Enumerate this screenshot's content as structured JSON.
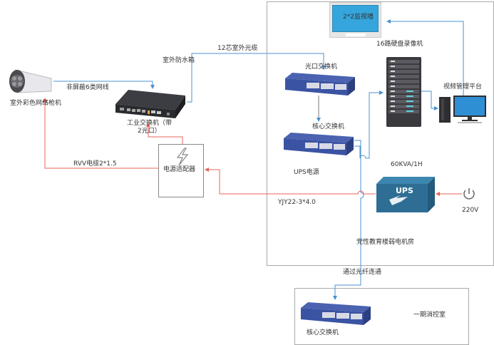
{
  "diagram": {
    "title": "",
    "colors": {
      "fiber_line": "#4a90d0",
      "power_line": "#e8645a",
      "room_border": "#a9a9a9",
      "switch_blue": "#3b53a3",
      "ups_blue": "#2e6e94",
      "monitor_blue": "#35a6dd"
    },
    "rooms": {
      "main_room": {
        "label": "党性教育楼弱电机房"
      },
      "branch_room": {
        "label": "一期消控室"
      }
    },
    "devices": {
      "camera": {
        "label": "室外彩色网络枪机",
        "icon": "bullet-camera-icon"
      },
      "industrial_switch": {
        "label_line1": "工业交换机（带",
        "label_line2": "2光口）",
        "icon": "industrial-switch-icon"
      },
      "power_adapter": {
        "label": "电源适配器",
        "icon": "lightning-icon"
      },
      "optical_switch": {
        "label": "光口交换机",
        "icon": "network-switch-icon"
      },
      "core_switch": {
        "label": "核心交换机",
        "icon": "network-switch-icon"
      },
      "nvr": {
        "label": "16路硬盘录像机",
        "icon": "server-rack-icon"
      },
      "video_wall": {
        "label": "2*2监视墙",
        "icon": "monitor-icon"
      },
      "vms": {
        "label": "视频管理平台",
        "icon": "desktop-computer-icon"
      },
      "ups": {
        "label": "UPS电源",
        "box_text": "UPS",
        "capacity": "60KVA/1H",
        "icon": "ups-icon"
      },
      "mains": {
        "label": "220V",
        "icon": "power-icon"
      },
      "branch_core_switch": {
        "label": "核心交换机",
        "icon": "network-switch-icon"
      }
    },
    "connections": {
      "cat6": "非屏蔽6类网线",
      "waterproof_box": "室外防水箱",
      "fiber12": "12芯室外光缆",
      "rvv": "RVV电缆2*1.5",
      "yjy": "YJY22-3*4.0",
      "fiber_link": "通过光纤连通"
    }
  }
}
